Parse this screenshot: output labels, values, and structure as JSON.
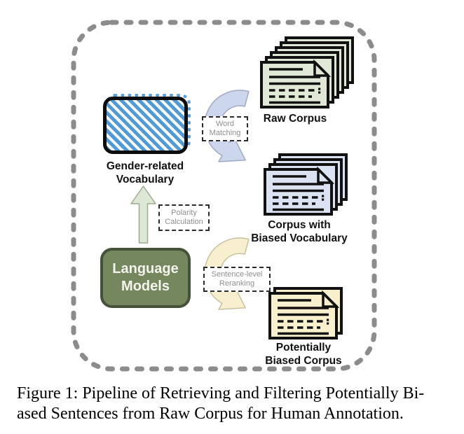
{
  "figure": {
    "frame_color": "#8c8c8c",
    "vocab_box": {
      "label_line1": "Gender-related",
      "label_line2": "Vocabulary",
      "stripe_color": "#4f9bd9",
      "dotted_edge_color": "#55a1e0"
    },
    "lm_box": {
      "label_line1": "Language",
      "label_line2": "Models",
      "fill": "#74875d",
      "border_color": "#445239",
      "text_color": "#f4f4ee"
    },
    "stacks": {
      "raw": {
        "label": "Raw Corpus",
        "fill": "#dfe9d5"
      },
      "biased_vocab": {
        "label_line1": "Corpus with",
        "label_line2": "Biased Vocabulary",
        "fill": "#dbe3f3"
      },
      "potential": {
        "label_line1": "Potentially",
        "label_line2": "Biased Corpus",
        "fill": "#f8efcd"
      }
    },
    "steps": {
      "word_matching": {
        "line1": "Word",
        "line2": "Matching"
      },
      "polarity": {
        "line1": "Polarity",
        "line2": "Calculation"
      },
      "reranking": {
        "line1": "Sentence-level",
        "line2": "Reranking"
      }
    },
    "arrows": {
      "word_matching_fill": "#ccd7ee",
      "polarity_fill": "#dce8d3",
      "reranking_fill": "#f8efce"
    }
  },
  "caption": {
    "line1": "Figure 1: Pipeline of Retrieving and Filtering Potentially Bi-",
    "line2": "ased Sentences from Raw Corpus for Human Annotation."
  }
}
